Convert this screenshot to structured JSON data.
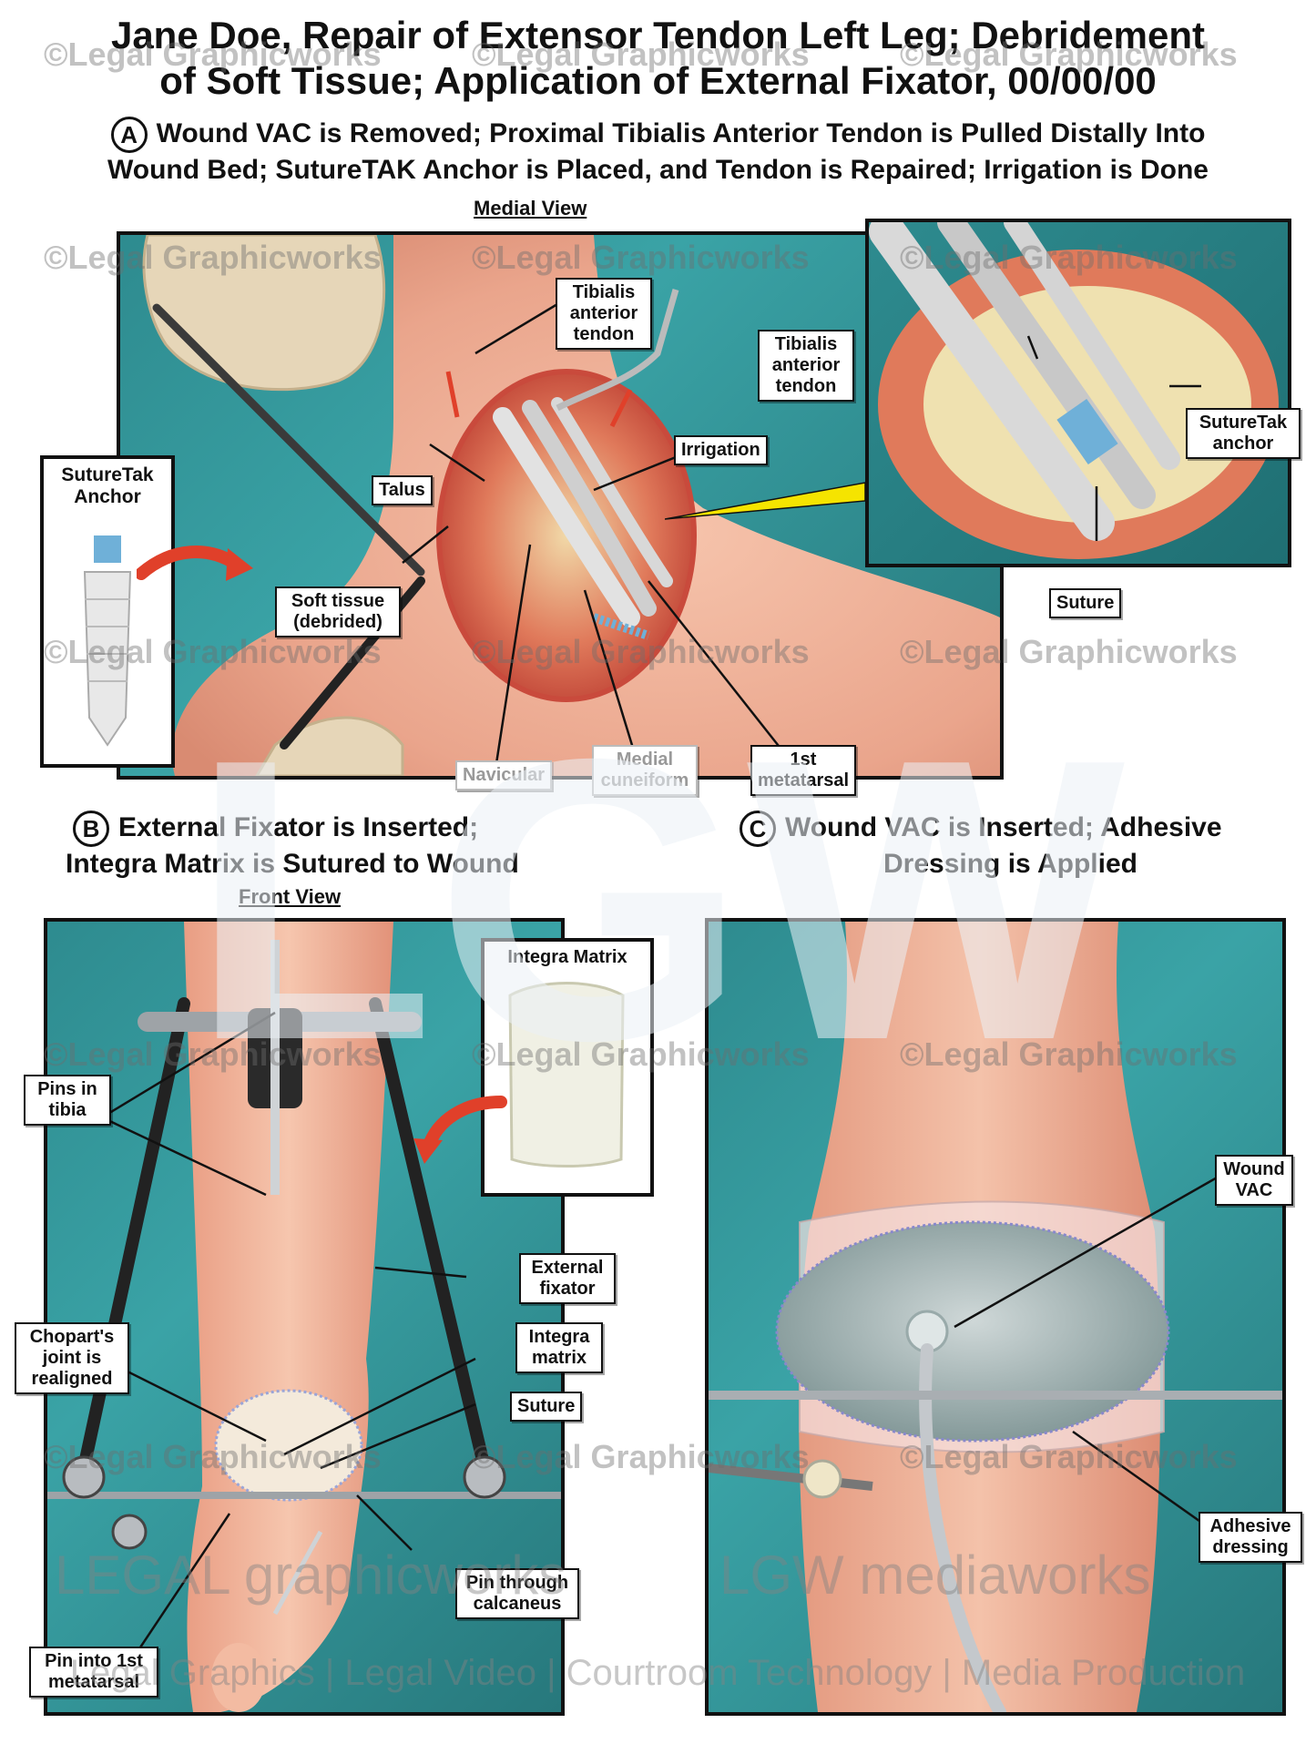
{
  "header": {
    "title_line1": "Jane Doe, Repair of Extensor Tendon Left Leg; Debridement",
    "title_line2": "of Soft Tissue; Application of External Fixator, 00/00/00"
  },
  "panel_a": {
    "letter": "A",
    "heading_line1": "Wound VAC is Removed; Proximal Tibialis Anterior Tendon is Pulled Distally Into",
    "heading_line2": "Wound Bed; SutureTAK Anchor is Placed, and Tendon is Repaired; Irrigation is Done",
    "view": "Medial View",
    "anchor_inset_label": "SutureTak Anchor",
    "labels": {
      "tibialis": "Tibialis anterior tendon",
      "irrigation": "Irrigation",
      "talus": "Talus",
      "soft_tissue": "Soft tissue (debrided)",
      "navicular": "Navicular",
      "medial_cuneiform": "Medial cuneiform",
      "first_metatarsal": "1st metatarsal",
      "zoom_tibialis": "Tibialis anterior tendon",
      "zoom_suturetak": "SutureTak anchor",
      "zoom_suture": "Suture"
    }
  },
  "panel_b": {
    "letter": "B",
    "heading_line1": "External Fixator is Inserted;",
    "heading_line2": "Integra Matrix is Sutured to Wound",
    "view": "Front View",
    "matrix_inset_label": "Integra Matrix",
    "labels": {
      "pins_tibia": "Pins in tibia",
      "external_fixator": "External fixator",
      "choparts": "Chopart's joint is realigned",
      "integra": "Integra matrix",
      "suture": "Suture",
      "pin_calcaneus": "Pin through calcaneus",
      "pin_metatarsal": "Pin into 1st metatarsal"
    }
  },
  "panel_c": {
    "letter": "C",
    "heading_line1": "Wound VAC is Inserted; Adhesive",
    "heading_line2": "Dressing is Applied",
    "labels": {
      "wound_vac": "Wound VAC",
      "adhesive": "Adhesive dressing"
    }
  },
  "watermark": {
    "text": "©Legal Graphicworks",
    "big": "LGW",
    "logo_left": "LEGAL graphicworks",
    "logo_right": "LGW mediaworks",
    "tagline": "Legal Graphics | Legal Video | Courtroom Technology | Media Production"
  },
  "colors": {
    "drape": "#2e8b8f",
    "skin": "#f2b8a0",
    "wound": "#d9483b",
    "tendon": "#d6d6d6",
    "arrow": "#e0402a",
    "pointer": "#f5e400"
  }
}
